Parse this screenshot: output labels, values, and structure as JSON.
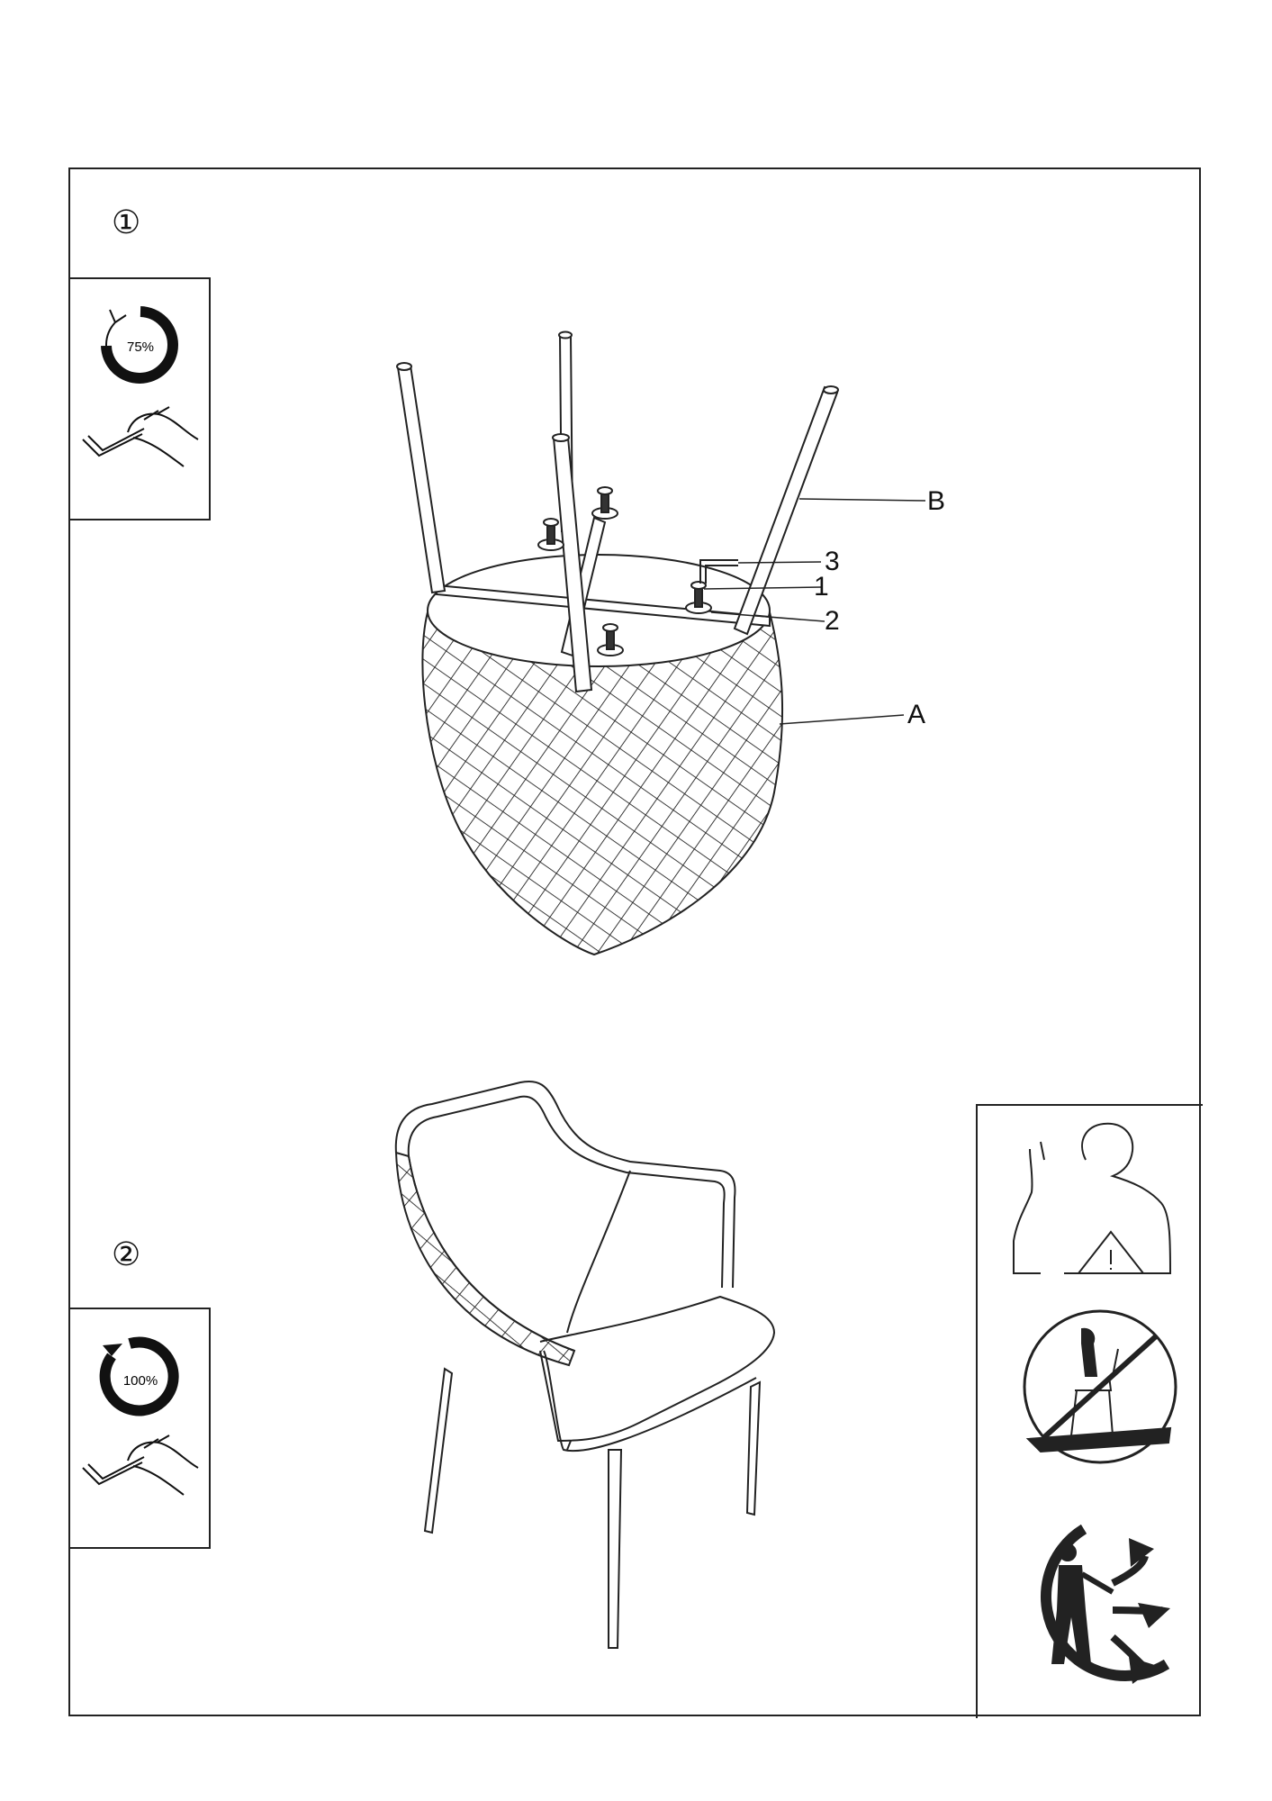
{
  "steps": [
    {
      "number": "①",
      "torque": "75%",
      "tool_icon": "hex-key-hand-icon",
      "rotation_icon": "rotate-partial-icon"
    },
    {
      "number": "②",
      "torque": "100%",
      "tool_icon": "hex-key-hand-icon",
      "rotation_icon": "rotate-full-icon"
    }
  ],
  "callouts": {
    "seat": "A",
    "leg": "B",
    "bolt": "1",
    "washer": "2",
    "hex_key": "3"
  },
  "warnings": [
    {
      "icon": "read-instructions-warning-icon"
    },
    {
      "icon": "do-not-stand-on-chair-icon"
    },
    {
      "icon": "recycle-packaging-icon"
    }
  ],
  "colors": {
    "line": "#222222",
    "background": "#ffffff"
  }
}
